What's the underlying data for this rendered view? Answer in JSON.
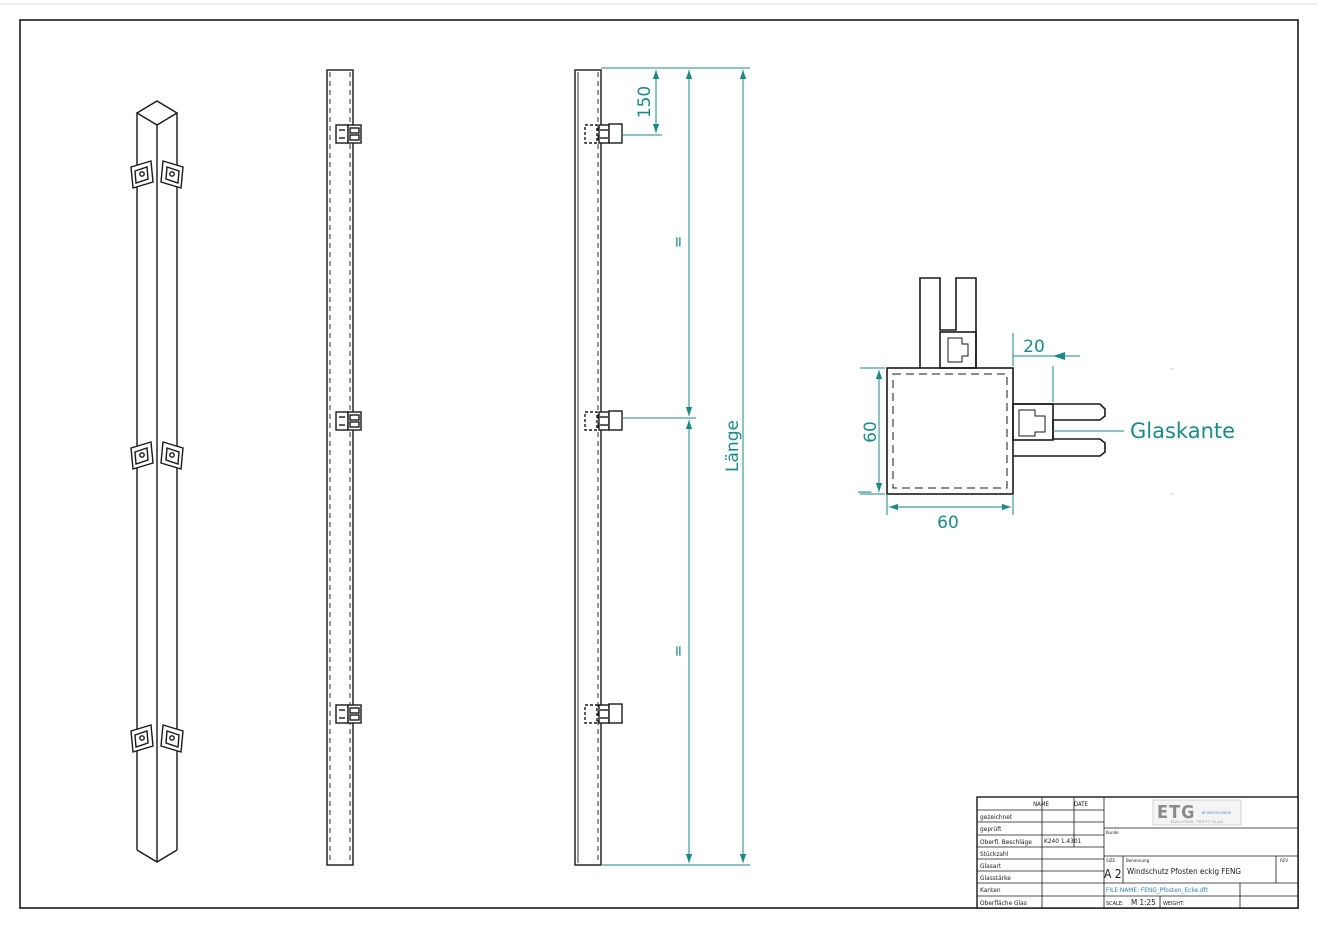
{
  "colors": {
    "line": "#1a1a1a",
    "dimension": "#1a8a86",
    "filename": "#2a7fc0",
    "logo_blue": "#3c8ec8",
    "logo_grey": "#8a8a8a"
  },
  "dims": {
    "top_offset": "150",
    "equal_top": "=",
    "equal_bottom": "=",
    "length": "Länge",
    "width": "60",
    "height": "60",
    "clamp_offset": "20",
    "height_tick": "|",
    "glass_edge": "Glaskante"
  },
  "title_block": {
    "col_name": "NAME",
    "col_date": "DATE",
    "rows": [
      {
        "label": "gezeichnet",
        "value": ""
      },
      {
        "label": "geprüft",
        "value": ""
      },
      {
        "label": "Oberfl. Beschläge",
        "value": "K240 1.4301"
      },
      {
        "label": "Stückzahl",
        "value": ""
      },
      {
        "label": "Glasart",
        "value": ""
      },
      {
        "label": "Glasstärke",
        "value": ""
      },
      {
        "label": "Kanten",
        "value": ""
      },
      {
        "label": "Oberfläche Glas",
        "value": ""
      }
    ],
    "logo_main": "ETG",
    "logo_sub": "BY KRISTIN KREYE",
    "logo_tagline": "EDELSTAHL TRIFFT GLAS",
    "kunde_label": "Kunde",
    "size_label": "SIZE",
    "size_value": "A 2",
    "benennung_label": "Benennung",
    "title": "Windschutz Pfosten eckig FENG",
    "rev_label": "REV",
    "file_name": "FILE NAME: FENG_Pfosten_Ecke.dft",
    "scale_label": "SCALE:",
    "scale_value": "M 1:25",
    "weight_label": "WEIGHT:"
  }
}
